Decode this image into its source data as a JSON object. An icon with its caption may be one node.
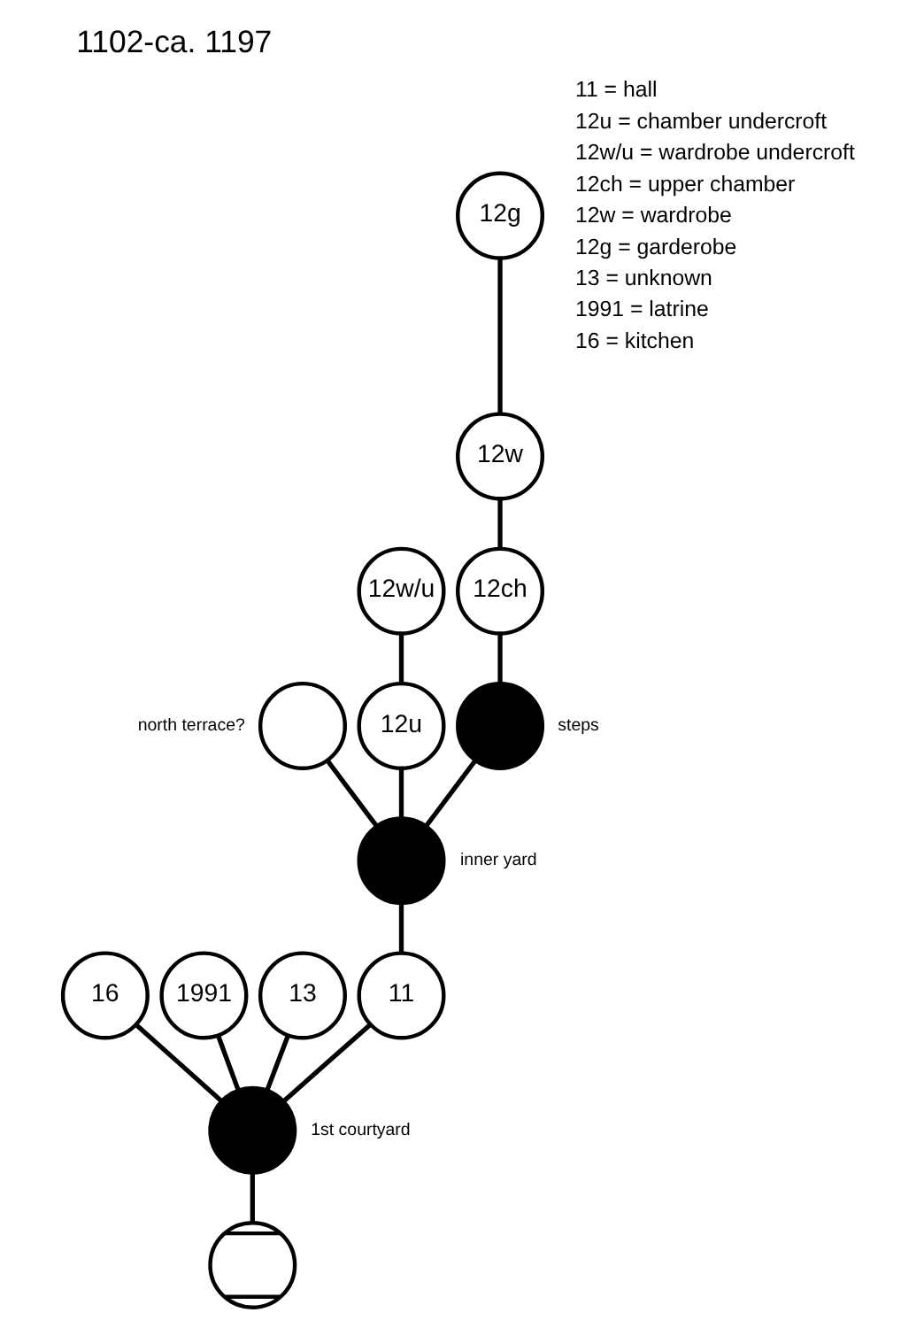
{
  "diagram": {
    "title": "1102-ca. 1197",
    "nodes": [
      {
        "text": [
          "12g"
        ]
      },
      {
        "text": [
          "12w"
        ]
      },
      {
        "text": [
          "12w/u"
        ]
      },
      {
        "text": [
          "12ch"
        ]
      },
      {
        "text": [],
        "shape": "circle",
        "beside": [
          "north terrace?"
        ]
      },
      {
        "text": [
          "12u"
        ]
      },
      {
        "text": [],
        "shape": "circle",
        "beside": [
          "steps"
        ]
      },
      {
        "text": [],
        "shape": "circle",
        "beside": [
          "inner yard"
        ]
      },
      {
        "text": [
          "16"
        ]
      },
      {
        "text": [
          "1991"
        ]
      },
      {
        "text": [
          "13"
        ]
      },
      {
        "text": [
          "11"
        ]
      },
      {
        "text": [],
        "shape": "circle",
        "beside": [
          "1st courtyard"
        ]
      },
      {
        "text": [],
        "shape": "circle"
      }
    ],
    "edges": [
      {
        "from": 13,
        "to": 12,
        "arrow": "none"
      },
      {
        "from": 12,
        "to": 8,
        "arrow": "none"
      },
      {
        "from": 12,
        "to": 9,
        "arrow": "none"
      },
      {
        "from": 12,
        "to": 10,
        "arrow": "none"
      },
      {
        "from": 12,
        "to": 11,
        "arrow": "none"
      },
      {
        "from": 11,
        "to": 7,
        "arrow": "none"
      },
      {
        "from": 7,
        "to": 4,
        "arrow": "none"
      },
      {
        "from": 7,
        "to": 5,
        "arrow": "none"
      },
      {
        "from": 7,
        "to": 6,
        "arrow": "none"
      },
      {
        "from": 5,
        "to": 2,
        "arrow": "none"
      },
      {
        "from": 6,
        "to": 3,
        "arrow": "none"
      },
      {
        "from": 3,
        "to": 1,
        "arrow": "none"
      },
      {
        "from": 1,
        "to": 0,
        "arrow": "none"
      }
    ],
    "labels": [
      "11 = hall",
      "12u = chamber undercroft",
      "12w/u = wardrobe undercroft",
      "12ch = upper chamber",
      "12w = wardrobe",
      "12g = garderobe",
      "13 = unknown",
      "1991 = latrine",
      "16 = kitchen"
    ]
  }
}
